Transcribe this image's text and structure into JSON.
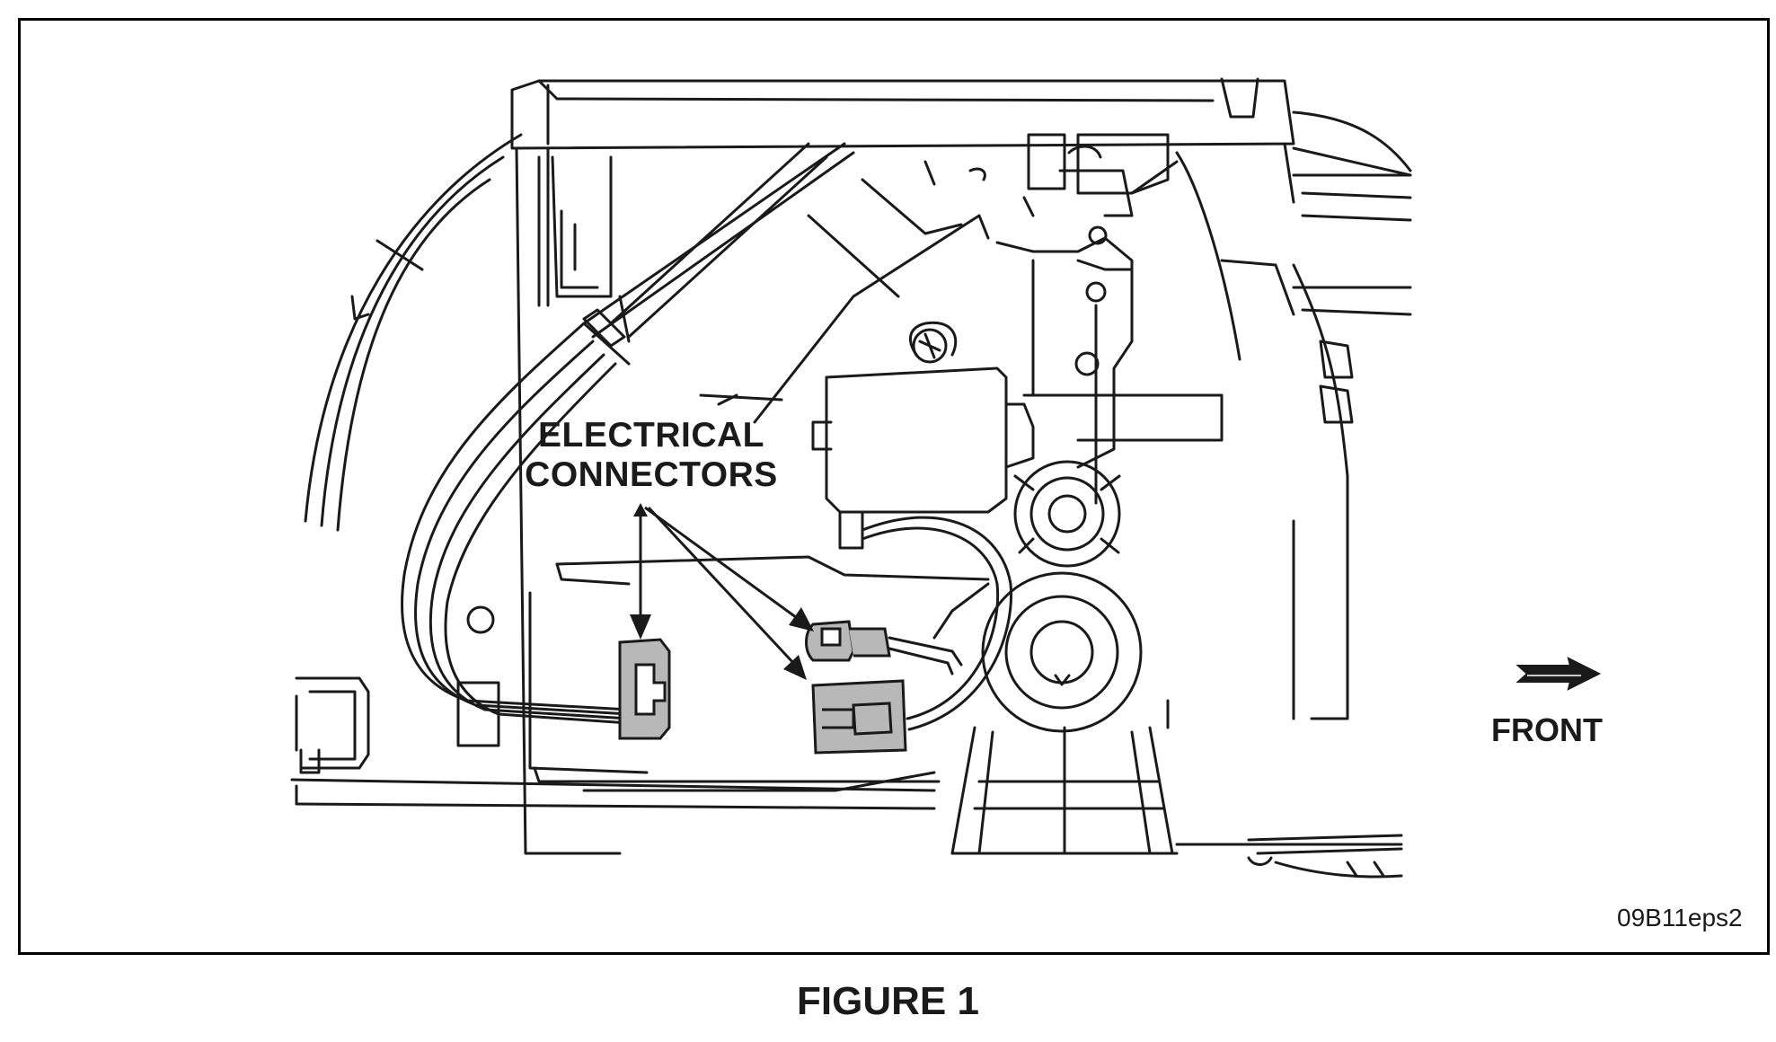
{
  "callout": {
    "line1": "ELECTRICAL",
    "line2": "CONNECTORS"
  },
  "direction_label": "FRONT",
  "drawing_code": "09B11eps2",
  "caption": "FIGURE 1",
  "colors": {
    "line": "#1a1a1a",
    "connector_fill": "#b8b8b8",
    "background": "#ffffff"
  },
  "icons": {
    "direction": "front-arrow-icon"
  }
}
